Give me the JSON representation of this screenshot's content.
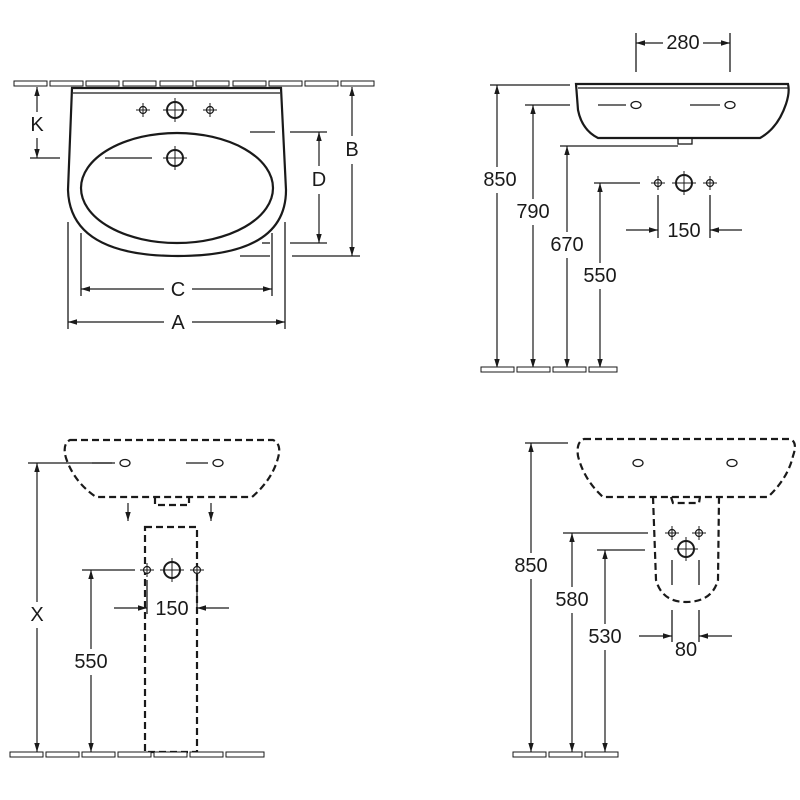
{
  "top_view": {
    "labels": {
      "K": "K",
      "B": "B",
      "D": "D",
      "C": "C",
      "A": "A"
    }
  },
  "side_view": {
    "dimensions": {
      "tap_spacing": "280",
      "height_top": "850",
      "height_holes": "790",
      "height_waste": "670",
      "height_supply": "550",
      "supply_spacing": "150"
    }
  },
  "pedestal_view": {
    "dimensions": {
      "height": "X",
      "height_supply": "550",
      "supply_spacing": "150"
    }
  },
  "semi_pedestal_view": {
    "dimensions": {
      "height_top": "850",
      "height_supply": "580",
      "height_waste": "530",
      "supply_spacing": "80"
    }
  }
}
